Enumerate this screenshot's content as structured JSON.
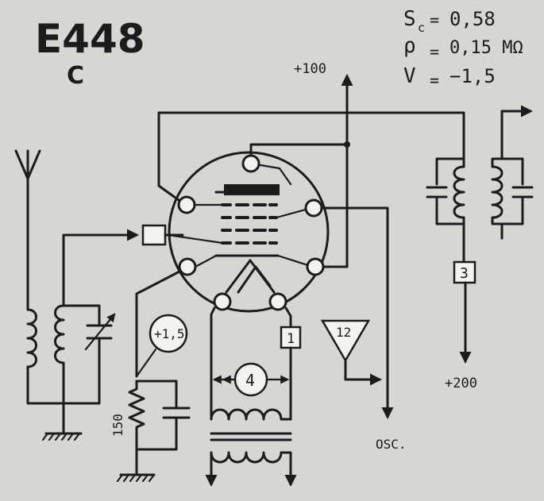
{
  "header": {
    "tube_type": "E448",
    "variant": "C"
  },
  "specs": [
    {
      "symbol": "S",
      "sub": "c",
      "sep": "=",
      "value": "0,58"
    },
    {
      "symbol": "ρ",
      "sub": "",
      "sep": "=",
      "value": "0,15 MΩ"
    },
    {
      "symbol": "V",
      "sub": "",
      "sep": "=",
      "value": "−1,5"
    }
  ],
  "labels": {
    "plus100": "+100",
    "plus200": "+200",
    "osc": "OSC.",
    "plus1_5": "+1,5",
    "r150": "150"
  },
  "refs": {
    "r1": "1",
    "r3": "3",
    "r4": "4",
    "r12": "12"
  },
  "colors": {
    "paper": "#d6d7d2",
    "ink": "#1c1c1c",
    "pin_fill": "#f2f2ee"
  },
  "icons": [
    "antenna-icon",
    "ground-icon",
    "arrow-icon",
    "coil-icon",
    "capacitor-icon",
    "resistor-icon",
    "variable-capacitor-icon"
  ]
}
